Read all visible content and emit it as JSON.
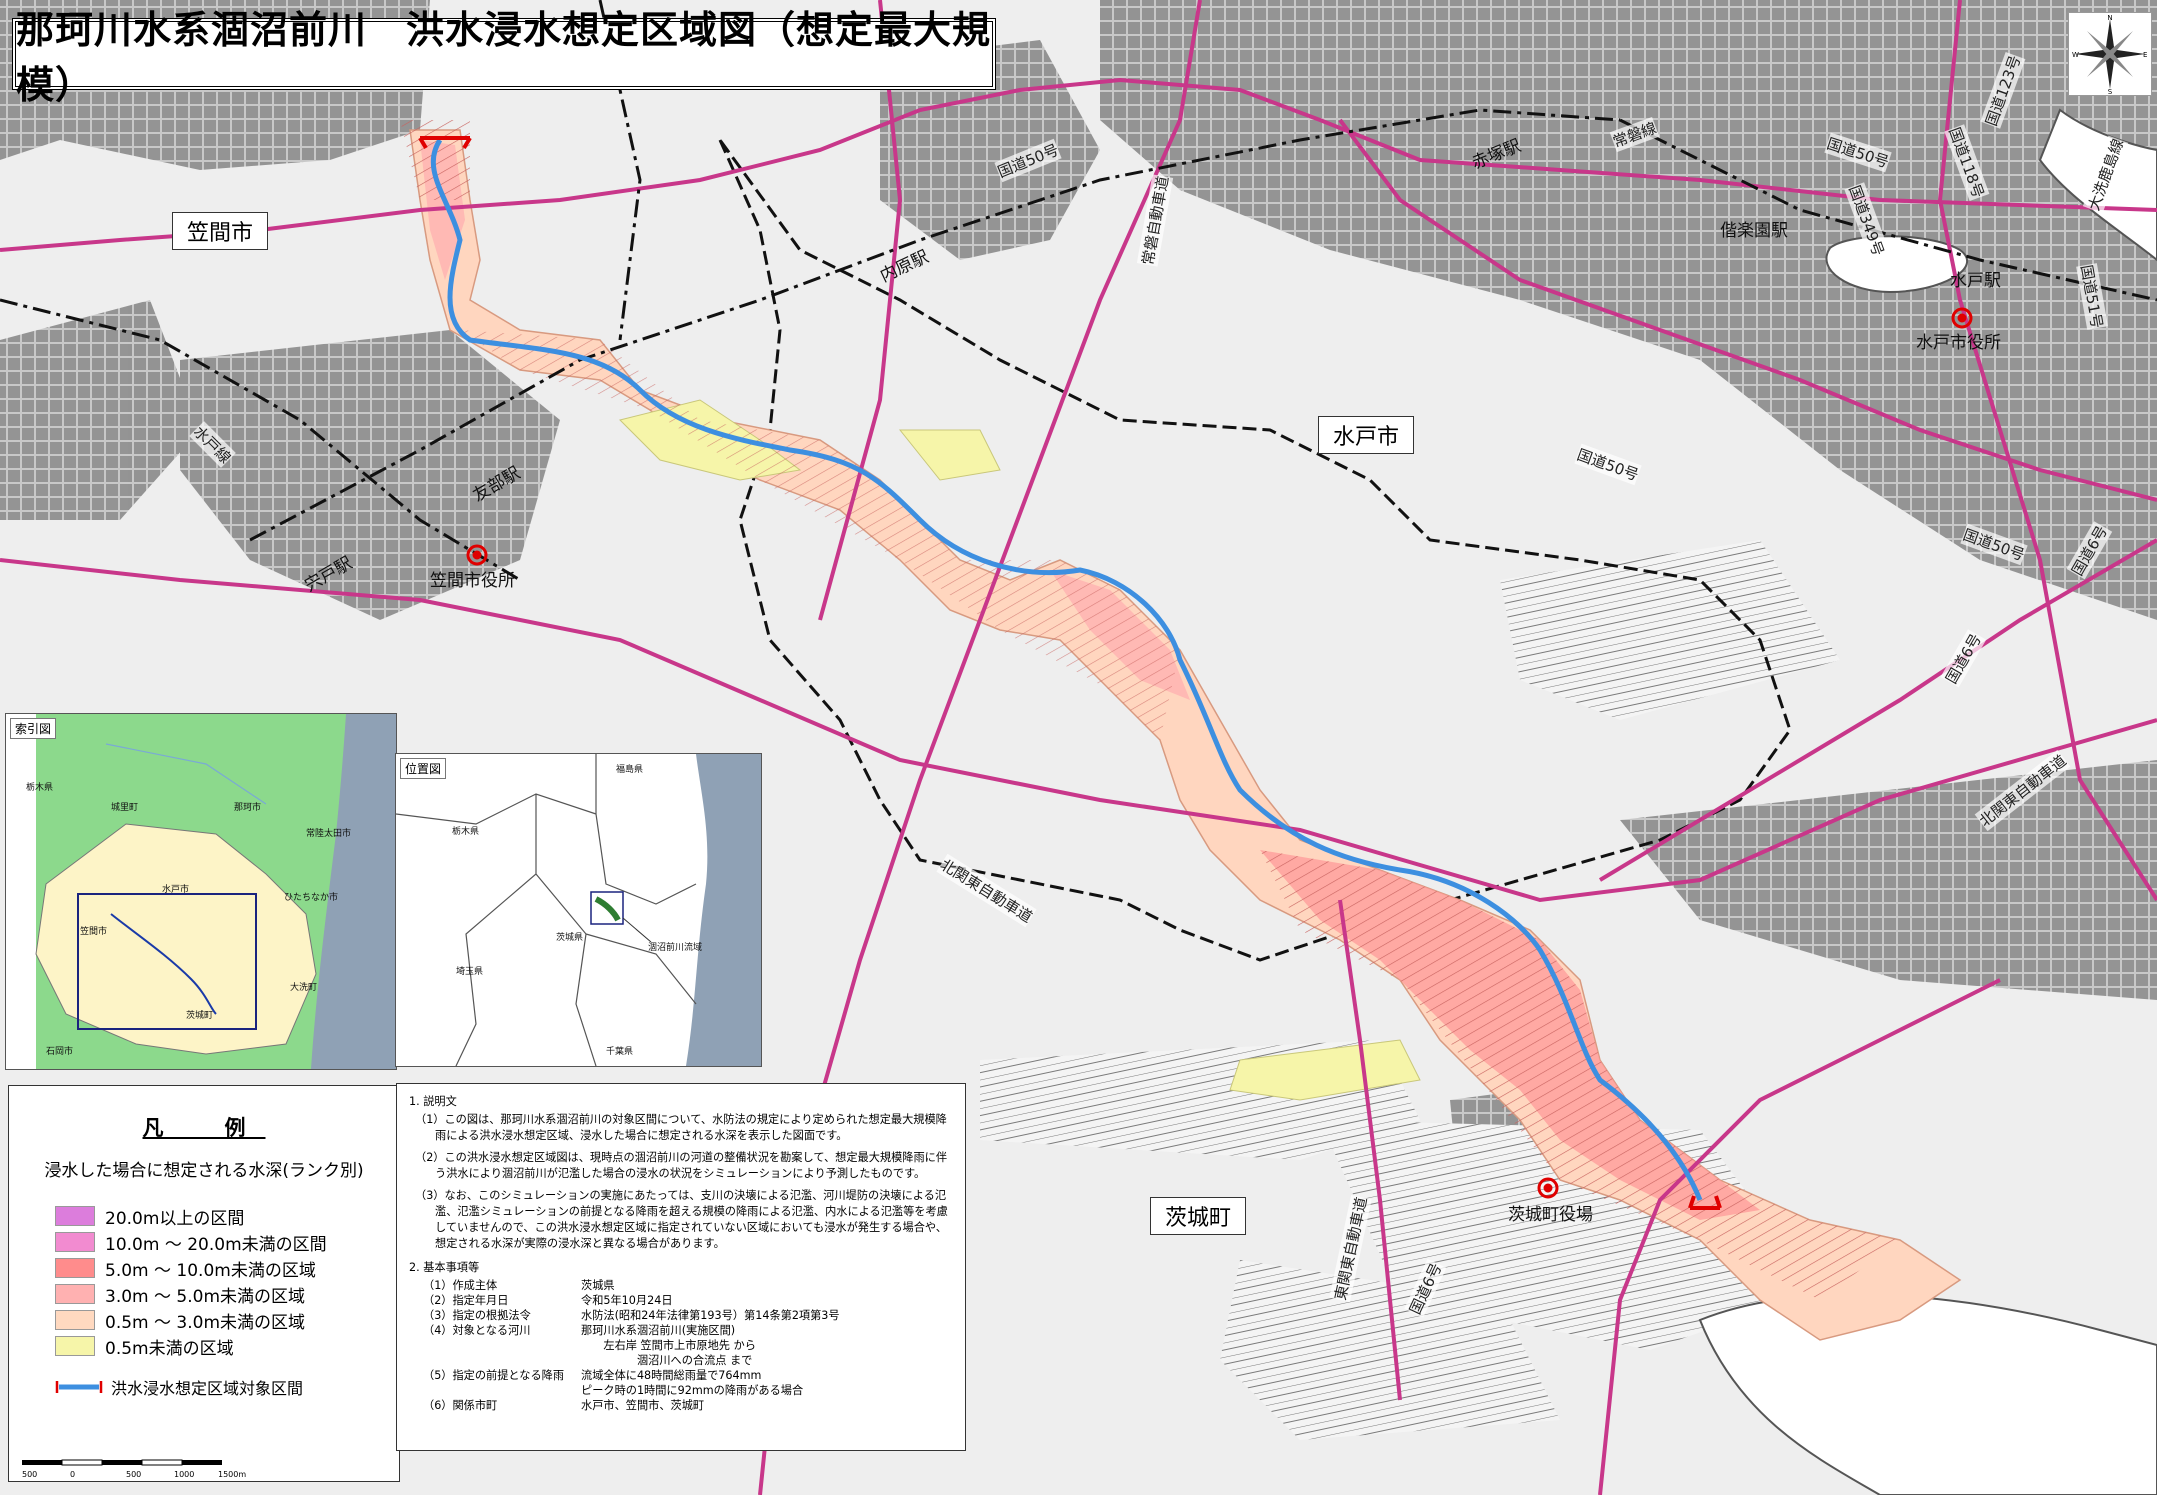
{
  "title": "那珂川水系涸沼前川　洪水浸水想定区域図（想定最大規模）",
  "places": {
    "kasama": "笠間市",
    "mito": "水戸市",
    "ibaraki": "茨城町"
  },
  "landmarks": {
    "kasama_city_hall": "笠間市役所",
    "mito_city_hall": "水戸市役所",
    "ibaraki_town_hall": "茨城町役場"
  },
  "stations": {
    "mito": "水戸駅",
    "kairakuen": "偕楽園駅",
    "akatsuka": "赤塚駅",
    "uchihara": "内原駅",
    "tomobe": "友部駅",
    "shishido": "宍戸駅"
  },
  "roads": {
    "r50_a": "国道50号",
    "r50_b": "国道50号",
    "r50_c": "国道50号",
    "r50_d": "国道50号",
    "r118": "国道118号",
    "r123": "国道123号",
    "r349": "国道349号",
    "r51": "国道51号",
    "r6_a": "国道6号",
    "r6_b": "国道6号",
    "r6_c": "国道6号",
    "joban_exp": "常磐自動車道",
    "kitakanto_exp_a": "北関東自動車道",
    "kitakanto_exp_b": "北関東自動車道",
    "higashimito_road": "東関東自動車道",
    "joban_line": "常磐線",
    "mito_line": "水戸線",
    "ooarai_kashima": "大洗鹿島線"
  },
  "inset_index": {
    "title": "索引図",
    "labels": [
      "栃木県",
      "城里町",
      "那珂市",
      "常陸太田市",
      "水戸市",
      "ひたちなか市",
      "笠間市",
      "大洗町",
      "茨城町",
      "石岡市"
    ]
  },
  "inset_location": {
    "title": "位置図",
    "labels": [
      "福島県",
      "栃木県",
      "茨城県",
      "埼玉県",
      "千葉県",
      "涸沼前川流域"
    ]
  },
  "legend": {
    "heading": "凡　例",
    "subtitle": "浸水した場合に想定される水深(ランク別)",
    "items": [
      {
        "label": "20.0m以上の区間",
        "color": "#dc7ddc"
      },
      {
        "label": "10.0m 〜 20.0m未満の区間",
        "color": "#f28bd0"
      },
      {
        "label": "5.0m 〜 10.0m未満の区域",
        "color": "#ff8c8c"
      },
      {
        "label": "3.0m 〜 5.0m未満の区域",
        "color": "#ffb1b1"
      },
      {
        "label": "0.5m 〜 3.0m未満の区域",
        "color": "#ffd9c0"
      },
      {
        "label": "0.5m未満の区域",
        "color": "#f6f5a9"
      }
    ],
    "target_label": "洪水浸水想定区域対象区間",
    "target_color": "#3d8fe0"
  },
  "scale": {
    "ticks": [
      "500",
      "0",
      "500",
      "1000",
      "1500m"
    ]
  },
  "notes": {
    "h1": "1. 説明文",
    "p1": "（1）この図は、那珂川水系涸沼前川の対象区間について、水防法の規定により定められた想定最大規模降雨による洪水浸水想定区域、浸水した場合に想定される水深を表示した図面です。",
    "p2": "（2）この洪水浸水想定区域図は、現時点の涸沼前川の河道の整備状況を勘案して、想定最大規模降雨に伴う洪水により涸沼前川が氾濫した場合の浸水の状況をシミュレーションにより予測したものです。",
    "p3": "（3）なお、このシミュレーションの実施にあたっては、支川の決壊による氾濫、河川堤防の決壊による氾濫、氾濫シミュレーションの前提となる降雨を超える規模の降雨による氾濫、内水による氾濫等を考慮していませんので、この洪水浸水想定区域に指定されていない区域においても浸水が発生する場合や、想定される水深が実際の浸水深と異なる場合があります。",
    "h2": "2. 基本事項等",
    "rows": [
      {
        "k": "（1）作成主体",
        "v": "茨城県"
      },
      {
        "k": "（2）指定年月日",
        "v": "令和5年10月24日"
      },
      {
        "k": "（3）指定の根拠法令",
        "v": "水防法(昭和24年法律第193号）第14条第2項第3号"
      },
      {
        "k": "（4）対象となる河川",
        "v": "那珂川水系涸沼前川(実施区間)"
      },
      {
        "k": "",
        "v": "　　左右岸 笠間市上市原地先 から"
      },
      {
        "k": "",
        "v": "　　　　　涸沼川への合流点 まで"
      },
      {
        "k": "（5）指定の前提となる降雨",
        "v": "流域全体に48時間総雨量で764mm"
      },
      {
        "k": "",
        "v": "ピーク時の1時間に92mmの降雨がある場合"
      },
      {
        "k": "（6）関係市町",
        "v": "水戸市、笠間市、茨城町"
      }
    ]
  }
}
